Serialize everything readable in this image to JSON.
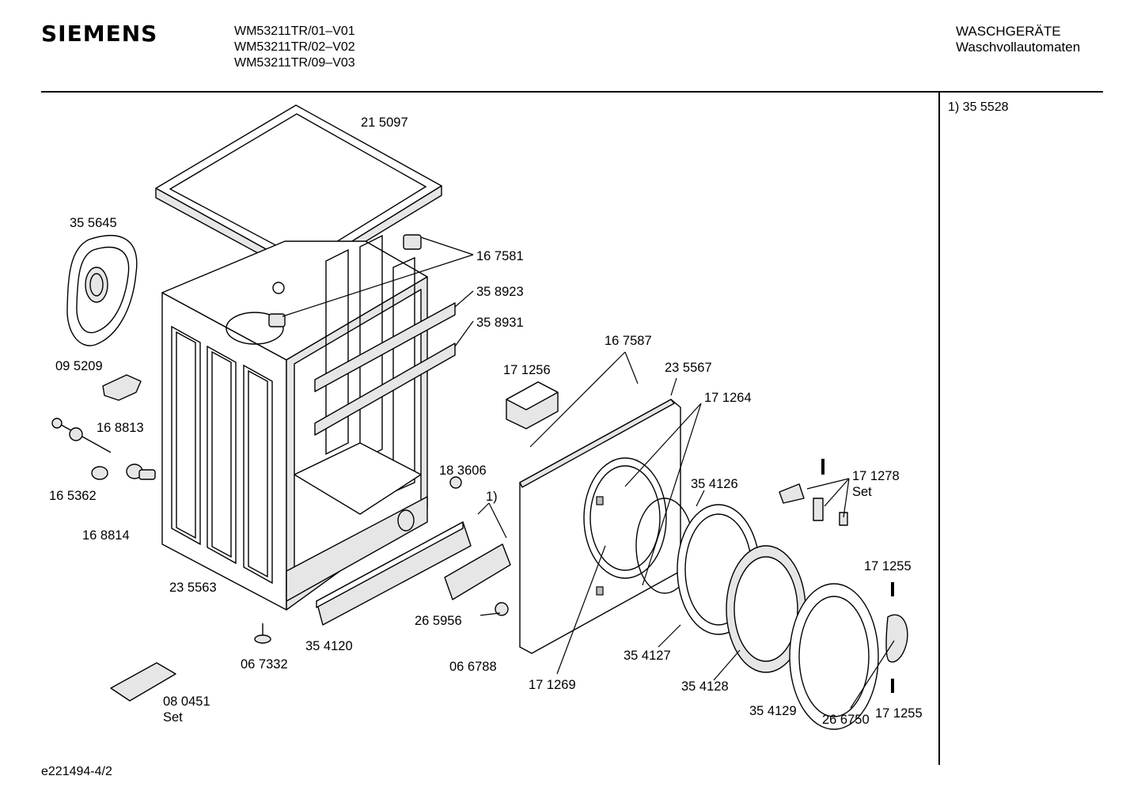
{
  "header": {
    "brand": "SIEMENS",
    "models": [
      "WM53211TR/01–V01",
      "WM53211TR/02–V02",
      "WM53211TR/09–V03"
    ],
    "category": [
      "WASCHGERÄTE",
      "Waschvollautomaten"
    ]
  },
  "side_note": "1) 35 5528",
  "doc_id": "e221494-4/2",
  "parts": [
    {
      "key": "p215097",
      "text": "21 5097"
    },
    {
      "key": "p355645",
      "text": "35 5645"
    },
    {
      "key": "p167581",
      "text": "16 7581"
    },
    {
      "key": "p358923",
      "text": "35 8923"
    },
    {
      "key": "p358931",
      "text": "35 8931"
    },
    {
      "key": "p095209",
      "text": "09 5209"
    },
    {
      "key": "p168813",
      "text": "16 8813"
    },
    {
      "key": "p165362",
      "text": "16 5362"
    },
    {
      "key": "p168814",
      "text": "16 8814"
    },
    {
      "key": "p235563",
      "text": "23 5563"
    },
    {
      "key": "p167587",
      "text": "16 7587"
    },
    {
      "key": "p171256",
      "text": "17 1256"
    },
    {
      "key": "p235567",
      "text": "23 5567"
    },
    {
      "key": "p171264",
      "text": "17 1264"
    },
    {
      "key": "p183606",
      "text": "18 3606"
    },
    {
      "key": "p1note",
      "text": "1)"
    },
    {
      "key": "p354126",
      "text": "35 4126"
    },
    {
      "key": "p171278",
      "text": "17 1278"
    },
    {
      "key": "p171278set",
      "text": "Set"
    },
    {
      "key": "p171255a",
      "text": "17 1255"
    },
    {
      "key": "p265956",
      "text": "26 5956"
    },
    {
      "key": "p067332",
      "text": "06 7332"
    },
    {
      "key": "p354120",
      "text": "35  4120"
    },
    {
      "key": "p066788",
      "text": "06 6788"
    },
    {
      "key": "p171269",
      "text": "17 1269"
    },
    {
      "key": "p354127",
      "text": "35 4127"
    },
    {
      "key": "p354128",
      "text": "35  4128"
    },
    {
      "key": "p354129",
      "text": "35 4129"
    },
    {
      "key": "p266750",
      "text": "26 6750"
    },
    {
      "key": "p171255b",
      "text": "17 1255"
    },
    {
      "key": "p080451",
      "text": "08 0451"
    },
    {
      "key": "p080451set",
      "text": "Set"
    }
  ]
}
